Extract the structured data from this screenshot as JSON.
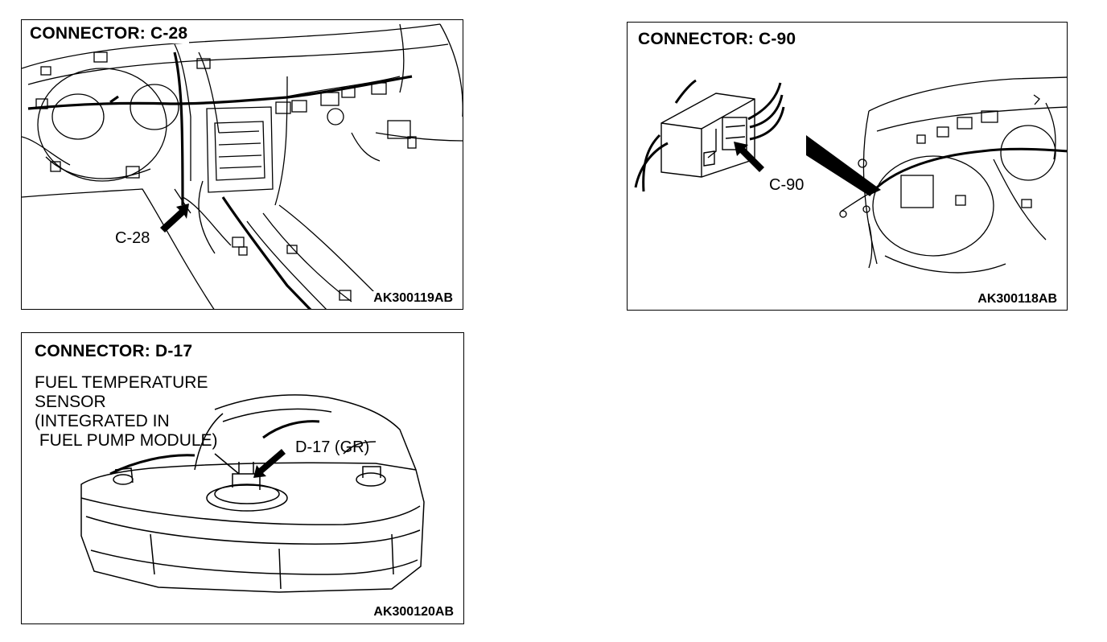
{
  "panels": {
    "c28": {
      "title": "CONNECTOR: C-28",
      "callout": "C-28",
      "figure_code": "AK300119AB"
    },
    "c90": {
      "title": "CONNECTOR: C-90",
      "callout": "C-90",
      "figure_code": "AK300118AB"
    },
    "d17": {
      "title": "CONNECTOR: D-17",
      "note_lines": [
        "FUEL TEMPERATURE",
        "SENSOR",
        "(INTEGRATED IN",
        " FUEL PUMP MODULE)"
      ],
      "callout": "D-17 (GR)",
      "figure_code": "AK300120AB"
    }
  }
}
